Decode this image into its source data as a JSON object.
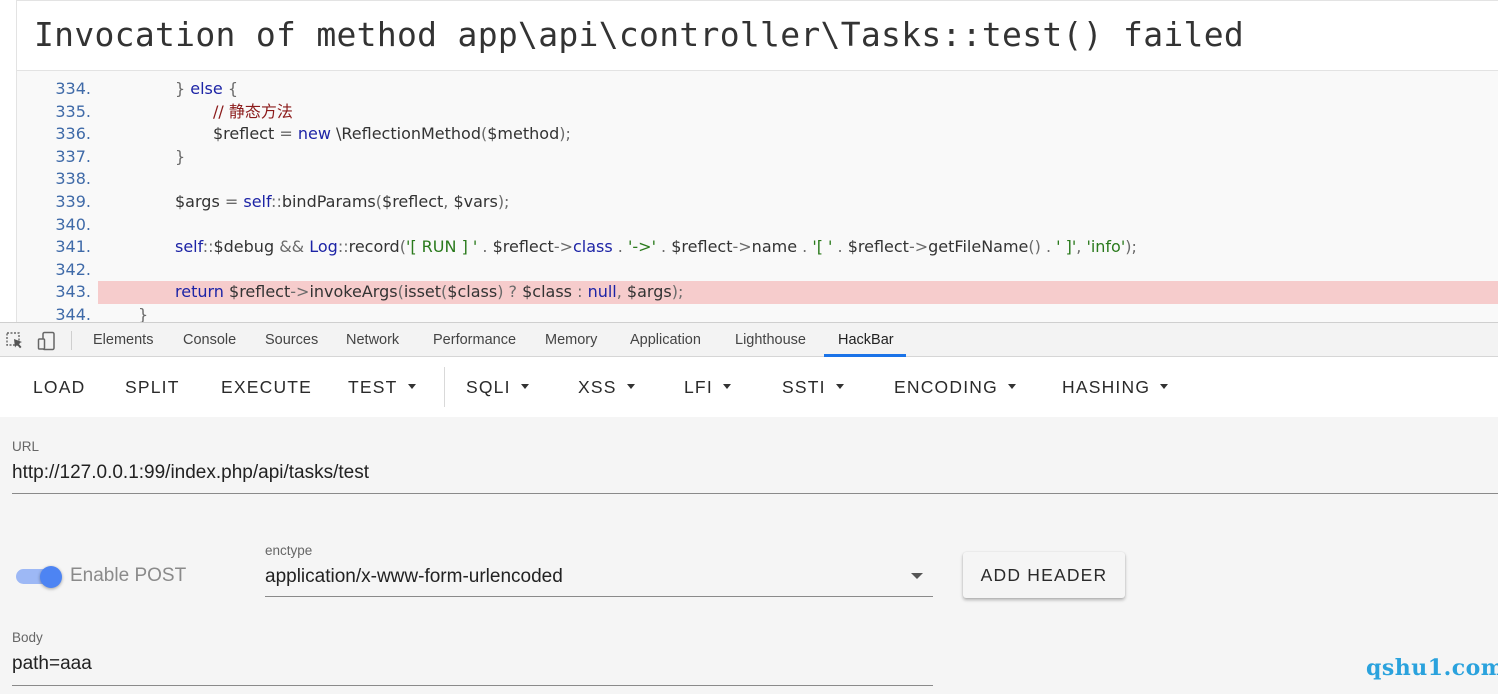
{
  "error": {
    "title": "Invocation of method app\\api\\controller\\Tasks::test() failed",
    "code_lines": [
      {
        "no": "334.",
        "tokens": [
          {
            "t": "} ",
            "c": "pn"
          },
          {
            "t": "else",
            "c": "kw"
          },
          {
            "t": " {",
            "c": "pn"
          }
        ]
      },
      {
        "no": "335.",
        "tokens": [
          {
            "t": "// 静态方法",
            "c": "cmt"
          }
        ]
      },
      {
        "no": "336.",
        "tokens": [
          {
            "t": "$reflect",
            "c": ""
          },
          {
            "t": " = ",
            "c": "pn"
          },
          {
            "t": "new",
            "c": "kw"
          },
          {
            "t": " \\ReflectionMethod",
            "c": ""
          },
          {
            "t": "(",
            "c": "pn"
          },
          {
            "t": "$method",
            "c": ""
          },
          {
            "t": ");",
            "c": "pn"
          }
        ]
      },
      {
        "no": "337.",
        "tokens": [
          {
            "t": "}",
            "c": "pn"
          }
        ]
      },
      {
        "no": "338.",
        "tokens": []
      },
      {
        "no": "339.",
        "tokens": [
          {
            "t": "$args",
            "c": ""
          },
          {
            "t": " = ",
            "c": "pn"
          },
          {
            "t": "self",
            "c": "kw"
          },
          {
            "t": "::",
            "c": "pn"
          },
          {
            "t": "bindParams",
            "c": ""
          },
          {
            "t": "(",
            "c": "pn"
          },
          {
            "t": "$reflect",
            "c": ""
          },
          {
            "t": ", ",
            "c": "pn"
          },
          {
            "t": "$vars",
            "c": ""
          },
          {
            "t": ");",
            "c": "pn"
          }
        ]
      },
      {
        "no": "340.",
        "tokens": []
      },
      {
        "no": "341.",
        "tokens": [
          {
            "t": "self",
            "c": "kw"
          },
          {
            "t": "::",
            "c": "pn"
          },
          {
            "t": "$debug",
            "c": ""
          },
          {
            "t": " && ",
            "c": "pn"
          },
          {
            "t": "Log",
            "c": "kw"
          },
          {
            "t": "::",
            "c": "pn"
          },
          {
            "t": "record",
            "c": ""
          },
          {
            "t": "(",
            "c": "pn"
          },
          {
            "t": "'[ RUN ] '",
            "c": "str"
          },
          {
            "t": " . ",
            "c": "pn"
          },
          {
            "t": "$reflect",
            "c": ""
          },
          {
            "t": "->",
            "c": "pn"
          },
          {
            "t": "class",
            "c": "kw"
          },
          {
            "t": " . ",
            "c": "pn"
          },
          {
            "t": "'->'",
            "c": "str"
          },
          {
            "t": " . ",
            "c": "pn"
          },
          {
            "t": "$reflect",
            "c": ""
          },
          {
            "t": "->",
            "c": "pn"
          },
          {
            "t": "name",
            "c": ""
          },
          {
            "t": " . ",
            "c": "pn"
          },
          {
            "t": "'[ '",
            "c": "str"
          },
          {
            "t": " . ",
            "c": "pn"
          },
          {
            "t": "$reflect",
            "c": ""
          },
          {
            "t": "->",
            "c": "pn"
          },
          {
            "t": "getFileName",
            "c": ""
          },
          {
            "t": "() . ",
            "c": "pn"
          },
          {
            "t": "' ]'",
            "c": "str"
          },
          {
            "t": ", ",
            "c": "pn"
          },
          {
            "t": "'info'",
            "c": "str"
          },
          {
            "t": ");",
            "c": "pn"
          }
        ]
      },
      {
        "no": "342.",
        "tokens": []
      },
      {
        "no": "343.",
        "tokens": [
          {
            "t": "return",
            "c": "kw"
          },
          {
            "t": " $reflect",
            "c": ""
          },
          {
            "t": "->",
            "c": "pn"
          },
          {
            "t": "invokeArgs",
            "c": ""
          },
          {
            "t": "(",
            "c": "pn"
          },
          {
            "t": "isset",
            "c": ""
          },
          {
            "t": "(",
            "c": "pn"
          },
          {
            "t": "$class",
            "c": ""
          },
          {
            "t": ") ? ",
            "c": "pn"
          },
          {
            "t": "$class",
            "c": ""
          },
          {
            "t": " : ",
            "c": "pn"
          },
          {
            "t": "null",
            "c": "kw"
          },
          {
            "t": ", ",
            "c": "pn"
          },
          {
            "t": "$args",
            "c": ""
          },
          {
            "t": ");",
            "c": "pn"
          }
        ]
      },
      {
        "no": "344.",
        "tokens": [
          {
            "t": "}",
            "c": "pn"
          }
        ]
      }
    ],
    "highlight_line": "343."
  },
  "devtools": {
    "icons": [
      "inspect-element-icon",
      "device-toggle-icon"
    ],
    "tabs": [
      "Elements",
      "Console",
      "Sources",
      "Network",
      "Performance",
      "Memory",
      "Application",
      "Lighthouse",
      "HackBar"
    ],
    "active_tab": "HackBar"
  },
  "hackbar": {
    "toolbar": {
      "load": "LOAD",
      "split": "SPLIT",
      "execute": "EXECUTE",
      "test": "TEST",
      "sqli": "SQLI",
      "xss": "XSS",
      "lfi": "LFI",
      "ssti": "SSTI",
      "encoding": "ENCODING",
      "hashing": "HASHING"
    },
    "url_label": "URL",
    "url_value": "http://127.0.0.1:99/index.php/api/tasks/test",
    "enable_post_label": "Enable POST",
    "enable_post_on": true,
    "enctype_label": "enctype",
    "enctype_value": "application/x-www-form-urlencoded",
    "add_header": "ADD HEADER",
    "body_label": "Body",
    "body_value": "path=aaa"
  },
  "colors": {
    "highlight_row": "#f6cccc",
    "keyword": "#1d24a6",
    "string": "#2a7a1c",
    "comment": "#8b1a1a",
    "accent": "#1a73e8",
    "toggle": "#4d84f3",
    "watermark": "#2aa2dd"
  },
  "watermark": "qshu1.com"
}
